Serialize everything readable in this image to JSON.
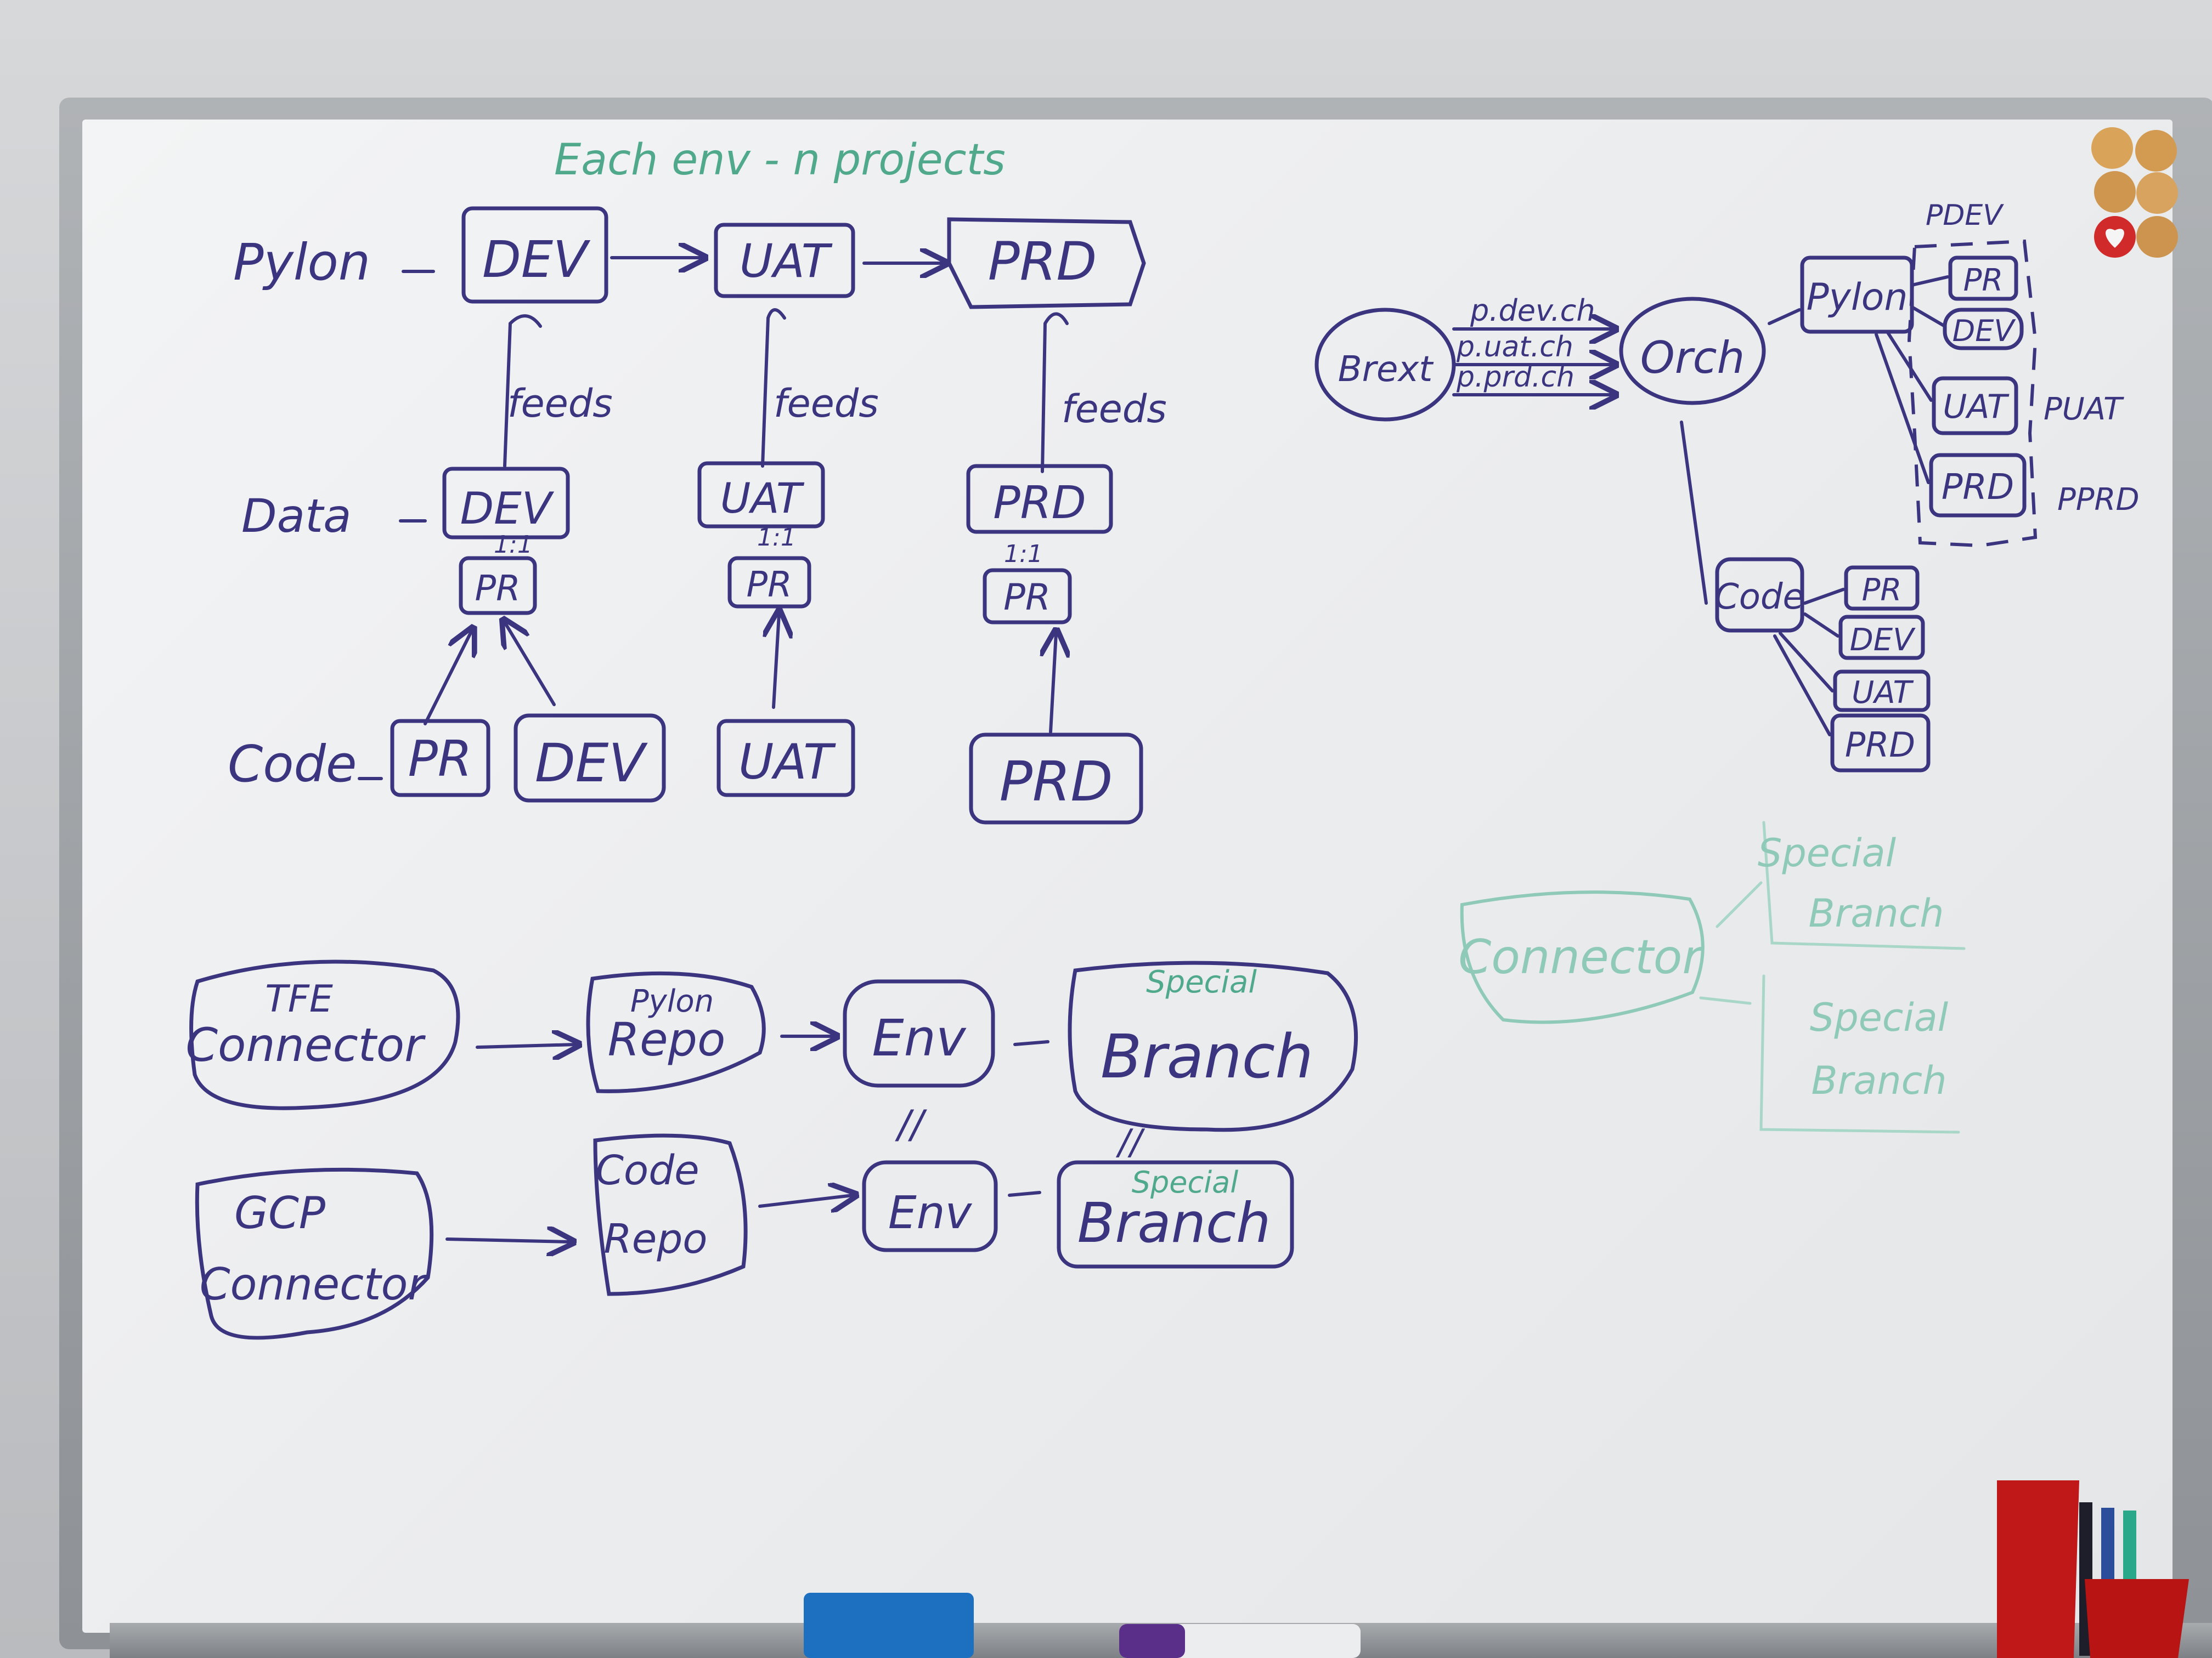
{
  "title": "Each env - n projects",
  "rows": {
    "pylon": {
      "label": "Pylon",
      "envs": [
        "DEV",
        "UAT",
        "PRD"
      ]
    },
    "data": {
      "label": "Data",
      "envs": [
        "DEV",
        "UAT",
        "PRD"
      ],
      "ratio": "1:1",
      "pr": [
        "PR",
        "PR",
        "PR"
      ]
    },
    "code": {
      "label": "Code",
      "envs": [
        "PR",
        "DEV",
        "UAT",
        "PRD"
      ]
    }
  },
  "edge_label": "feeds",
  "right_diagram": {
    "source": "Brext",
    "flows": [
      "p.dev.ch",
      "p.uat.ch",
      "p.prd.ch"
    ],
    "orch": "Orch",
    "pylon": "Pylon",
    "pylon_envs": [
      "PR",
      "DEV",
      "UAT",
      "PRD"
    ],
    "groups": [
      "PDEV",
      "PUAT",
      "PPRD"
    ],
    "code": "Code",
    "code_envs": [
      "PR",
      "DEV",
      "UAT",
      "PRD"
    ]
  },
  "bottom": {
    "tfe": [
      "TFE",
      "Connector"
    ],
    "pylon_repo": [
      "Pylon",
      "Repo"
    ],
    "env": "Env",
    "branch": "Branch",
    "special": "Special",
    "parallel": "//",
    "gcp": [
      "GCP",
      "Connector"
    ],
    "code_repo": [
      "Code",
      "Repo"
    ]
  },
  "faded": {
    "connector": "Connector",
    "branches": [
      [
        "Special",
        "Branch"
      ],
      [
        "Special",
        "Branch"
      ]
    ]
  },
  "colors": {
    "ink": "#3b3580",
    "teal": "#4fa98a",
    "board": "#eceef0"
  }
}
